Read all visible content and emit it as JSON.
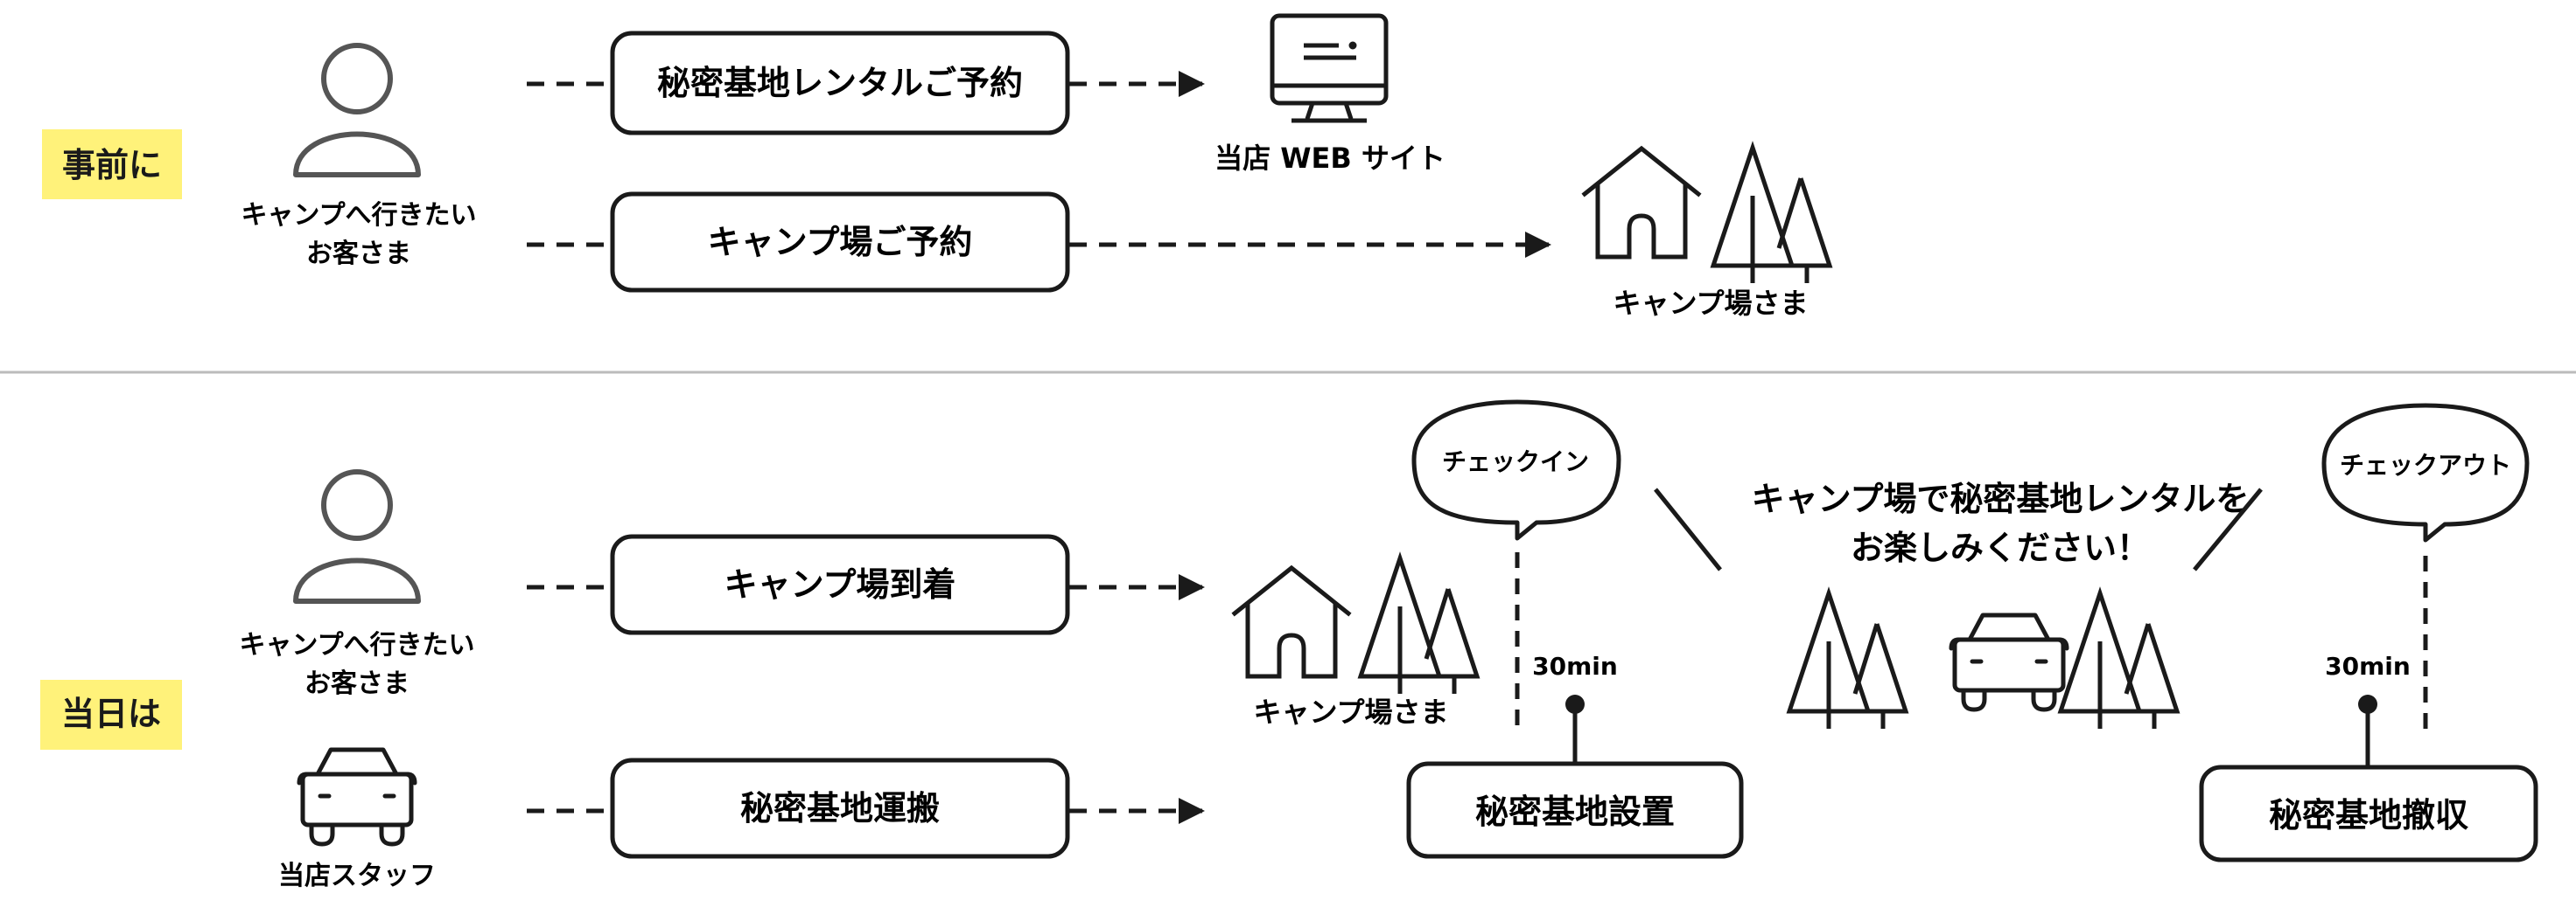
{
  "sections": {
    "before": {
      "label": "事前に"
    },
    "day": {
      "label": "当日は"
    }
  },
  "actors": {
    "customer_line1": "キャンプへ行きたい",
    "customer_line2": "お客さま",
    "staff": "当店スタッフ",
    "web_site": "当店 WEB サイト",
    "campsite": "キャンプ場さま"
  },
  "steps": {
    "rental_booking": "秘密基地レンタルご予約",
    "camp_booking": "キャンプ場ご予約",
    "camp_arrival": "キャンプ場到着",
    "base_transport": "秘密基地運搬",
    "base_setup": "秘密基地設置",
    "base_removal": "秘密基地撤収"
  },
  "bubbles": {
    "checkin": "チェックイン",
    "checkout": "チェックアウト"
  },
  "durations": {
    "setup": "30min",
    "removal": "30min"
  },
  "message": {
    "line1": "キャンプ場で秘密基地レンタルを",
    "line2": "お楽しみください！"
  },
  "colors": {
    "highlight": "#fff27a",
    "stroke": "#1a1a1a",
    "person": "#555555",
    "divider": "#bbbbbb"
  },
  "icons": [
    "person-icon",
    "car-icon",
    "monitor-icon",
    "house-icon",
    "tree-icon"
  ]
}
